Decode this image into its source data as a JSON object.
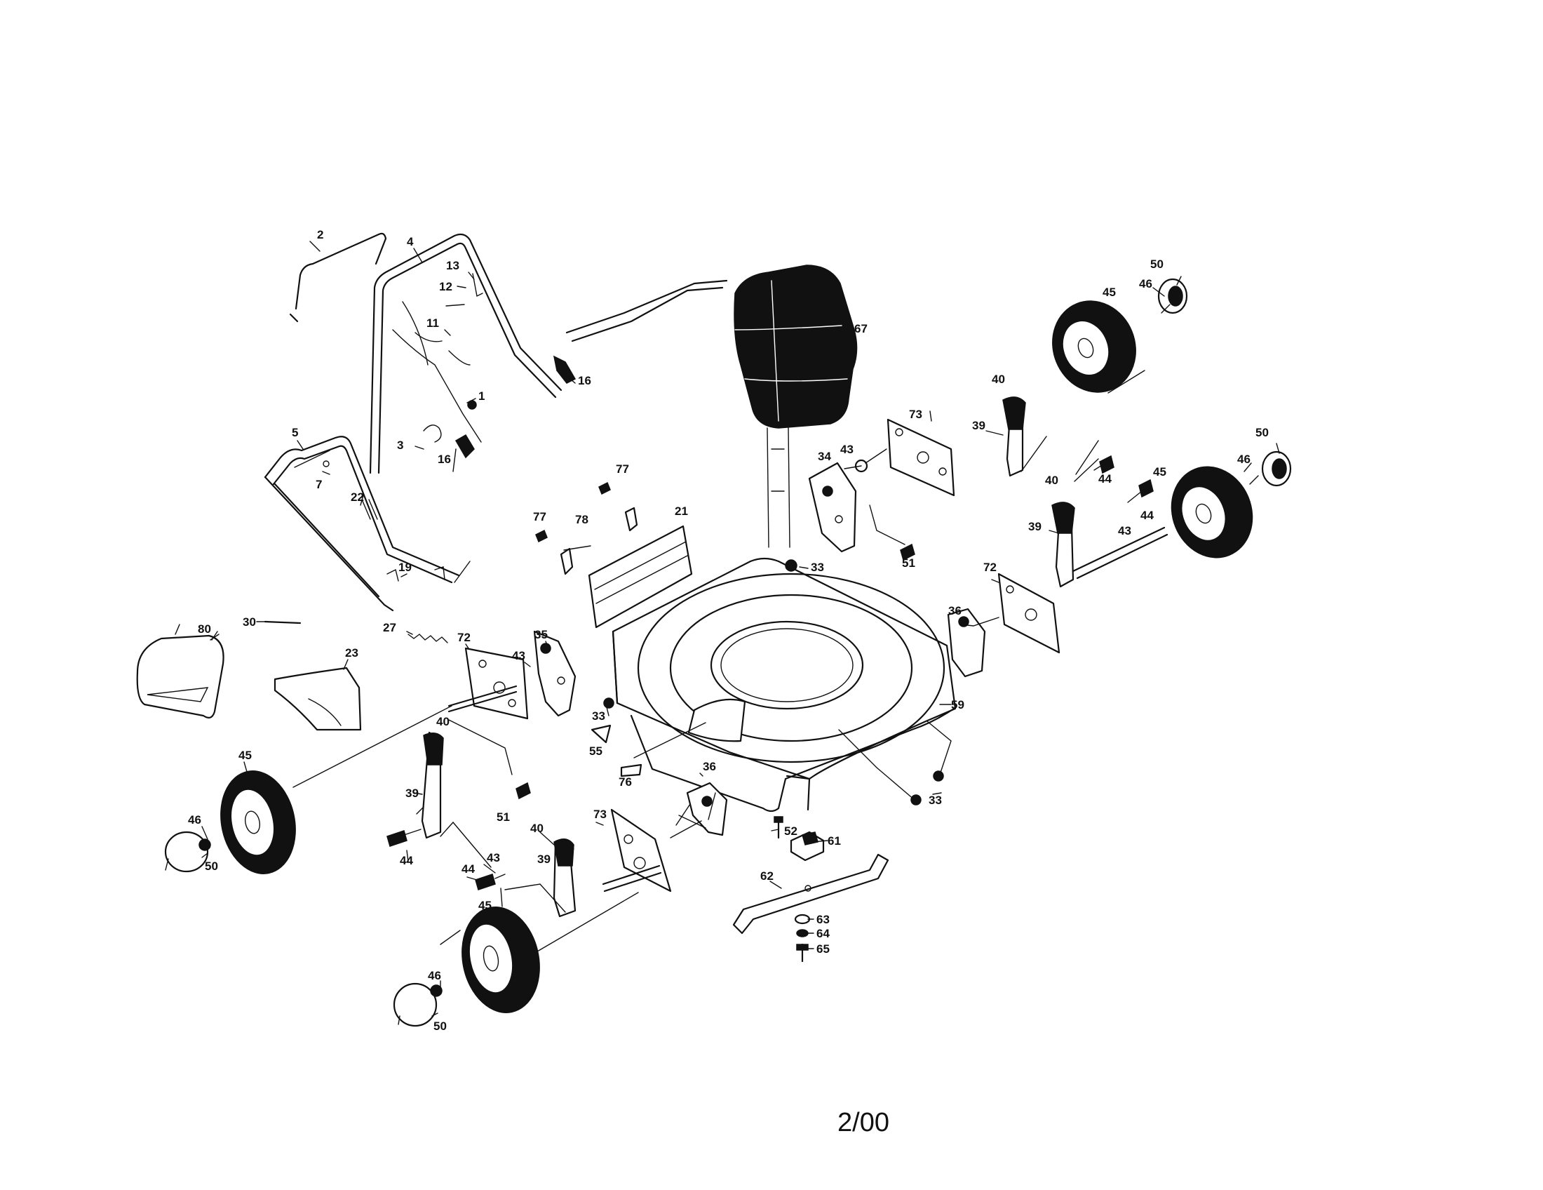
{
  "labels": {
    "l1": "1",
    "l2": "2",
    "l3": "3",
    "l4": "4",
    "l5": "5",
    "l7": "7",
    "l11": "11",
    "l12": "12",
    "l13": "13",
    "l16": "16",
    "l19": "19",
    "l21": "21",
    "l22": "22",
    "l23": "23",
    "l27": "27",
    "l30": "30",
    "l33": "33",
    "l34": "34",
    "l35": "35",
    "l36": "36",
    "l39": "39",
    "l40": "40",
    "l43": "43",
    "l44": "44",
    "l45": "45",
    "l46": "46",
    "l50": "50",
    "l51": "51",
    "l52": "52",
    "l55": "55",
    "l59": "59",
    "l61": "61",
    "l62": "62",
    "l63": "63",
    "l64": "64",
    "l65": "65",
    "l67": "67",
    "l72": "72",
    "l73": "73",
    "l76": "76",
    "l77": "77",
    "l78": "78",
    "l80": "80"
  },
  "revision": "2/00"
}
